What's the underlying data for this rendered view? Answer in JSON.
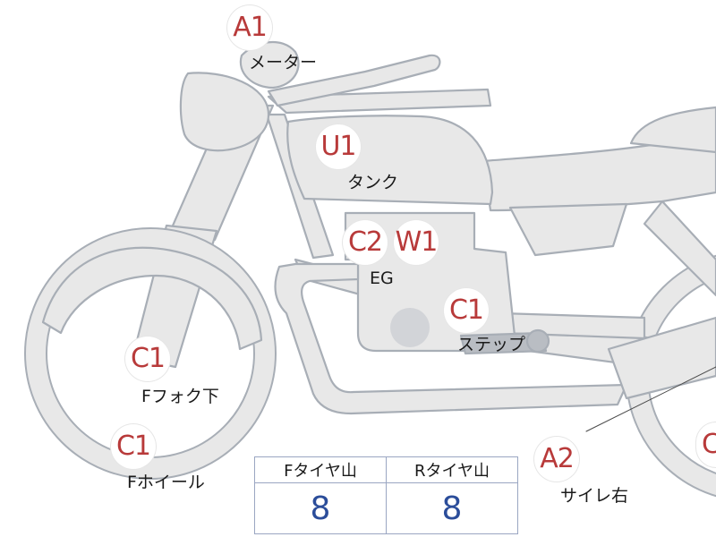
{
  "markers": {
    "meter": "A1",
    "tank": "U1",
    "engine_left": "C2",
    "engine_right": "W1",
    "step": "C1",
    "fork_lower": "C1",
    "front_wheel": "C1",
    "mirror_right": "A2",
    "rear_partial": "C"
  },
  "labels": {
    "meter": "メーター",
    "tank": "タンク",
    "engine": "EG",
    "step": "ステップ",
    "fork_lower": "Fフォク下",
    "front_wheel": "Fホイール",
    "mirror_right": "サイレ右"
  },
  "tread_table": {
    "headers": [
      "Fタイヤ山",
      "Rタイヤ山"
    ],
    "values": [
      "8",
      "8"
    ]
  },
  "colors": {
    "bike_fill": "#e8e8e8",
    "bike_stroke": "#a8aeb6",
    "marker_text": "#b83a3a",
    "value_text": "#2b4d9a"
  }
}
